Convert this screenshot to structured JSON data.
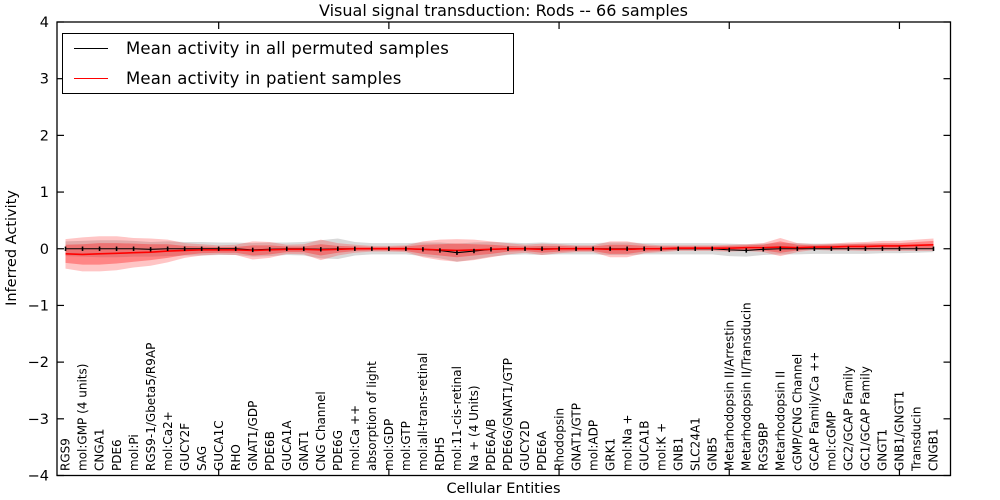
{
  "figure": {
    "title": "Visual signal transduction: Rods -- 66 samples",
    "background_color": "#ffffff"
  },
  "legend": {
    "position": "upper left",
    "entries": [
      {
        "label": "Mean activity in all permuted samples",
        "color": "#000000"
      },
      {
        "label": "Mean activity in patient samples",
        "color": "#ff0000"
      }
    ]
  },
  "chart_data": {
    "type": "line",
    "title": "Visual signal transduction: Rods -- 66 samples",
    "xlabel": "Cellular Entities",
    "ylabel": "Inferred Activity",
    "ylim": [
      -4,
      4
    ],
    "yticks": [
      4,
      3,
      2,
      1,
      0,
      -1,
      -2,
      -3,
      -4
    ],
    "x_tick_entity_numbers": [
      10,
      20,
      30,
      40,
      50
    ],
    "grid": false,
    "legend_position": "upper left",
    "categories": [
      "RGS9",
      "mol:GMP (4 units)",
      "CNGA1",
      "PDE6",
      "mol:Pi",
      "RGS9-1/Gbeta5/R9AP",
      "mol:Ca2+",
      "GUCY2F",
      "SAG",
      "GUCA1C",
      "RHO",
      "GNAT1/GDP",
      "PDE6B",
      "GUCA1A",
      "GNAT1",
      "CNG Channel",
      "PDE6G",
      "mol:Ca ++",
      "absorption of light",
      "mol:GDP",
      "mol:GTP",
      "mol:all-trans-retinal",
      "RDH5",
      "mol:11-cis-retinal",
      "Na + (4 Units)",
      "PDE6A/B",
      "PDE6G/GNAT1/GTP",
      "GUCY2D",
      "PDE6A",
      "Rhodopsin",
      "GNAT1/GTP",
      "mol:ADP",
      "GRK1",
      "mol:Na +",
      "GUCA1B",
      "mol:K +",
      "GNB1",
      "SLC24A1",
      "GNB5",
      "Metarhodopsin II/Arrestin",
      "Metarhodopsin II/Transducin",
      "RGS9BP",
      "Metarhodopsin II",
      "cGMP/CNG Channel",
      "GCAP Family/Ca ++",
      "mol:cGMP",
      "GC2/GCAP Family",
      "GC1/GCAP Family",
      "GNGT1",
      "GNB1/GNGT1",
      "Transducin",
      "CNGB1"
    ],
    "series": [
      {
        "name": "Mean activity in all permuted samples",
        "color": "#000000",
        "band_color": "rgba(120,120,120,0.28)",
        "values": [
          0,
          0,
          0,
          0,
          0,
          -0.01,
          0,
          0,
          0,
          0,
          0,
          -0.02,
          -0.01,
          0,
          0,
          -0.01,
          0,
          0,
          0,
          0,
          0,
          -0.01,
          -0.03,
          -0.07,
          -0.04,
          -0.01,
          0,
          0,
          0,
          0,
          0,
          0,
          0,
          0,
          0,
          0,
          0,
          0,
          0,
          -0.02,
          -0.03,
          -0.01,
          0,
          0,
          0,
          0,
          0,
          0,
          0,
          0,
          0,
          0
        ],
        "band_halfwidth": [
          0.13,
          0.14,
          0.15,
          0.15,
          0.14,
          0.13,
          0.13,
          0.12,
          0.12,
          0.11,
          0.11,
          0.12,
          0.12,
          0.11,
          0.12,
          0.16,
          0.18,
          0.12,
          0.1,
          0.1,
          0.1,
          0.12,
          0.14,
          0.16,
          0.15,
          0.13,
          0.11,
          0.1,
          0.11,
          0.1,
          0.1,
          0.1,
          0.11,
          0.11,
          0.1,
          0.1,
          0.1,
          0.1,
          0.1,
          0.11,
          0.11,
          0.1,
          0.1,
          0.1,
          0.09,
          0.09,
          0.09,
          0.09,
          0.08,
          0.08,
          0.07,
          0.06
        ]
      },
      {
        "name": "Mean activity in patient samples",
        "color": "#ff0000",
        "band_color_outer": "rgba(255,30,30,0.26)",
        "band_color_inner": "rgba(255,30,30,0.38)",
        "values": [
          -0.09,
          -0.1,
          -0.09,
          -0.08,
          -0.07,
          -0.06,
          -0.04,
          -0.03,
          -0.02,
          -0.02,
          -0.02,
          -0.03,
          -0.02,
          -0.01,
          -0.01,
          -0.02,
          -0.01,
          0,
          0,
          0,
          0,
          -0.01,
          -0.02,
          -0.03,
          -0.02,
          -0.01,
          0,
          0,
          -0.01,
          0,
          0,
          0,
          -0.01,
          -0.01,
          0,
          0,
          0.01,
          0.01,
          0.01,
          0.01,
          0.02,
          0.02,
          0.03,
          0.02,
          0.03,
          0.03,
          0.04,
          0.04,
          0.05,
          0.05,
          0.06,
          0.07
        ],
        "band_halfwidth_outer": [
          0.26,
          0.3,
          0.31,
          0.3,
          0.26,
          0.24,
          0.2,
          0.13,
          0.1,
          0.08,
          0.09,
          0.16,
          0.14,
          0.08,
          0.09,
          0.18,
          0.11,
          0.07,
          0.05,
          0.05,
          0.06,
          0.14,
          0.18,
          0.2,
          0.18,
          0.14,
          0.1,
          0.07,
          0.1,
          0.08,
          0.06,
          0.06,
          0.14,
          0.14,
          0.08,
          0.06,
          0.05,
          0.05,
          0.05,
          0.06,
          0.06,
          0.08,
          0.16,
          0.08,
          0.05,
          0.06,
          0.07,
          0.08,
          0.09,
          0.09,
          0.1,
          0.11
        ],
        "band_halfwidth_inner": [
          0.16,
          0.18,
          0.19,
          0.18,
          0.16,
          0.14,
          0.12,
          0.08,
          0.06,
          0.05,
          0.05,
          0.09,
          0.08,
          0.05,
          0.05,
          0.1,
          0.06,
          0.04,
          0.03,
          0.03,
          0.04,
          0.08,
          0.1,
          0.12,
          0.1,
          0.08,
          0.05,
          0.04,
          0.06,
          0.05,
          0.04,
          0.04,
          0.08,
          0.08,
          0.05,
          0.04,
          0.03,
          0.03,
          0.03,
          0.04,
          0.04,
          0.05,
          0.1,
          0.05,
          0.03,
          0.04,
          0.04,
          0.05,
          0.05,
          0.05,
          0.06,
          0.07
        ]
      }
    ]
  }
}
